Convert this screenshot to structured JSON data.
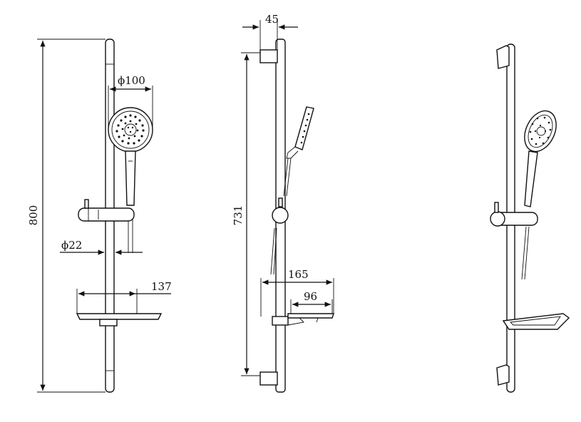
{
  "dimensions": {
    "total_height": "800",
    "head_diameter": "ϕ100",
    "rail_diameter": "ϕ22",
    "shelf_width": "137",
    "rail_offset": "45",
    "bracket_spacing": "731",
    "shelf_depth": "165",
    "shelf_inner": "96"
  }
}
